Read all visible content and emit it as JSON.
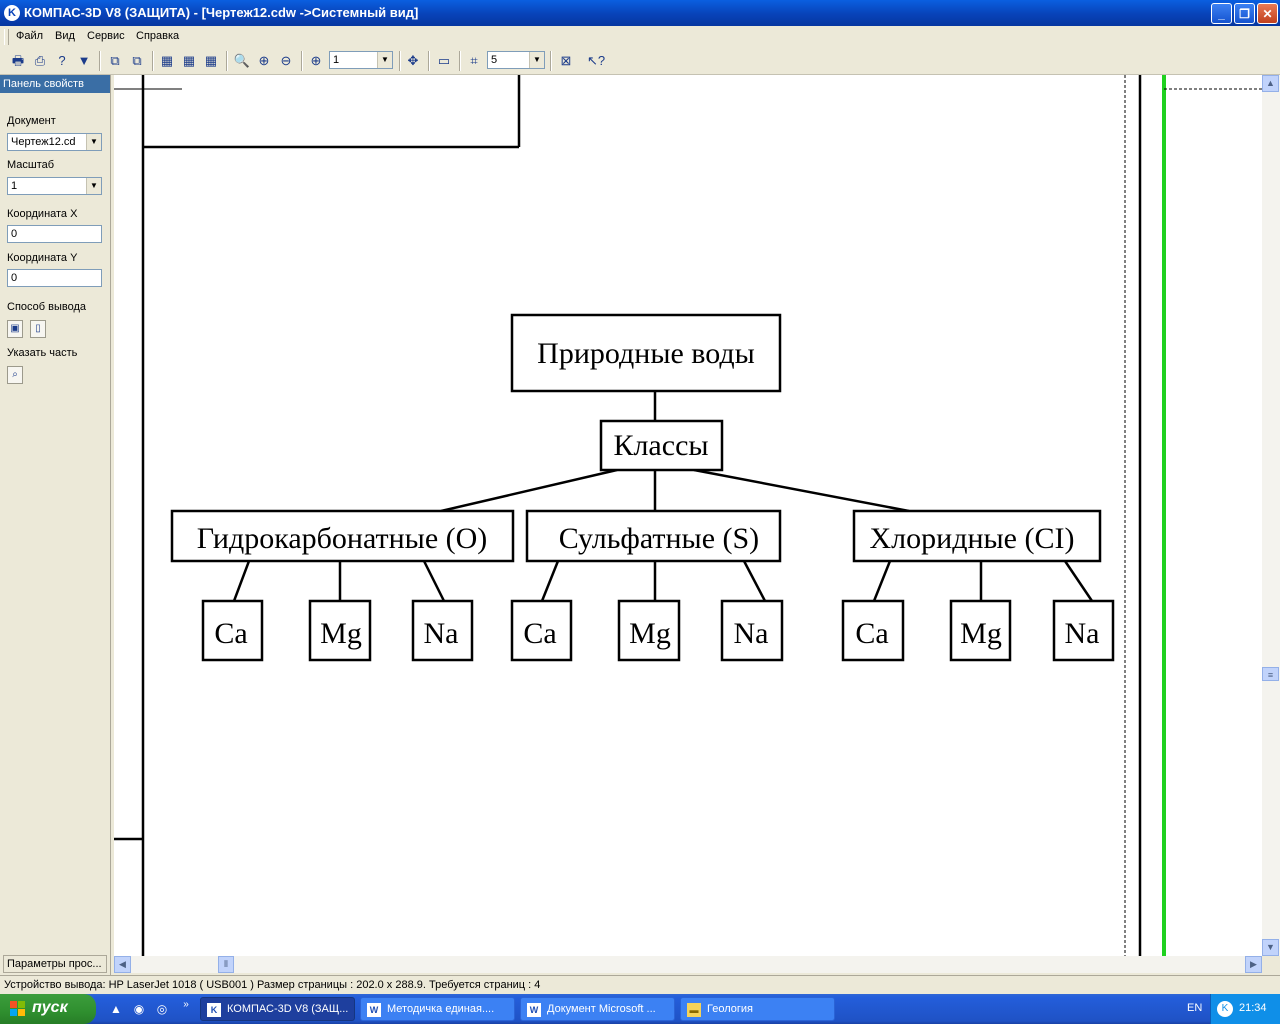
{
  "window": {
    "title": "КОМПАС-3D V8 (ЗАЩИТА) - [Чертеж12.cdw ->Системный вид]"
  },
  "menu": [
    "Файл",
    "Вид",
    "Сервис",
    "Справка"
  ],
  "toolbar": {
    "scale_value": "1",
    "step_value": "5"
  },
  "panel": {
    "title": "Панель свойств",
    "document_label": "Документ",
    "document_value": "Чертеж12.cd",
    "scale_label": "Масштаб",
    "scale_value": "1",
    "x_label": "Координата X",
    "x_value": "0",
    "y_label": "Координата Y",
    "y_value": "0",
    "output_label": "Способ вывода",
    "part_label": "Указать часть",
    "footer": "Параметры прос..."
  },
  "diagram": {
    "root": "Природные воды",
    "classes": "Классы",
    "groups": [
      {
        "label": "Гидрокарбонатные (О)",
        "children": [
          "Ca",
          "Mg",
          "Na"
        ]
      },
      {
        "label": "Сульфатные (S)",
        "children": [
          "Ca",
          "Mg",
          "Na"
        ]
      },
      {
        "label": "Хлоридные (CI)",
        "children": [
          "Ca",
          "Mg",
          "Na"
        ]
      }
    ]
  },
  "statusbar": {
    "text": "Устройство вывода: HP LaserJet 1018 ( USB001 )  Размер страницы : 202.0 x 288.9.  Требуется страниц : 4"
  },
  "taskbar": {
    "start": "пуск",
    "tasks": [
      "КОМПАС-3D V8 (ЗАЩ...",
      "Методичка единая....",
      "Документ Microsoft ...",
      "Геология"
    ],
    "lang": "EN",
    "time": "21:34"
  }
}
